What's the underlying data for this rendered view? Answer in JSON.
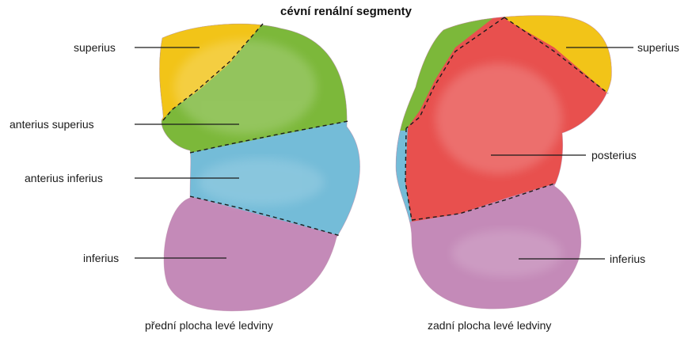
{
  "title": "cévní renální segmenty",
  "left_kidney": {
    "caption": "přední plocha levé ledviny",
    "labels": {
      "superius": "superius",
      "anterius_superius": "anterius superius",
      "anterius_inferius": "anterius inferius",
      "inferius": "inferius"
    }
  },
  "right_kidney": {
    "caption": "zadní plocha levé ledviny",
    "labels": {
      "superius": "superius",
      "posterius": "posterius",
      "inferius": "inferius"
    }
  },
  "colors": {
    "superius": "#f2c418",
    "anterius_superius": "#7cb83a",
    "anterius_inferius": "#74bcd8",
    "inferius": "#c48ab8",
    "posterius": "#e8504e"
  }
}
